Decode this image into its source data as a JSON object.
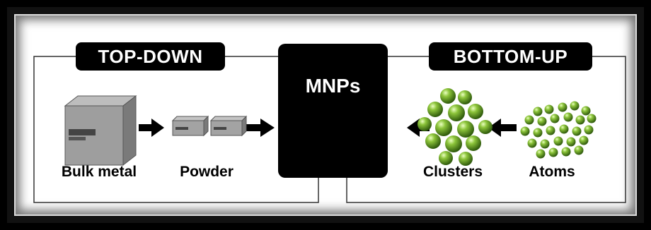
{
  "diagram": {
    "left_heading": "TOP-DOWN",
    "right_heading": "BOTTOM-UP",
    "center_label": "MNPs",
    "labels": {
      "bulk_metal": "Bulk metal",
      "powder": "Powder",
      "clusters": "Clusters",
      "atoms": "Atoms"
    }
  },
  "colors": {
    "background": "#000000",
    "panel": "#ffffff",
    "nanoparticle_pink": "#e040b8",
    "sphere_green": "#6ea51c",
    "metal_gray": "#8c8c8c"
  },
  "icons": [
    "metal-cube-icon",
    "powder-cube-icon",
    "nanoparticle-icon",
    "cluster-sphere-icon",
    "atom-sphere-icon",
    "arrow-right-icon",
    "arrow-left-icon"
  ]
}
